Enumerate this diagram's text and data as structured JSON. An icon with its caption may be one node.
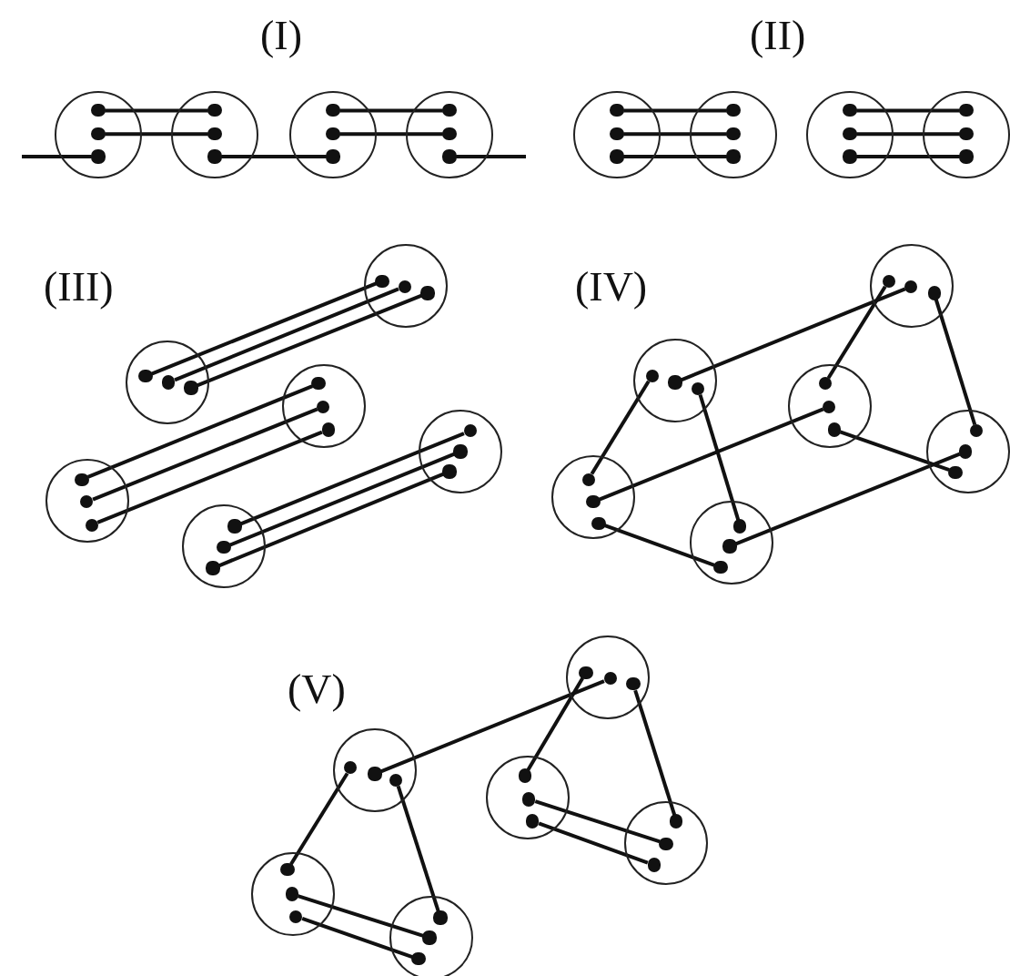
{
  "diagram": {
    "nodes": [
      {
        "text": [],
        "shape": "circle"
      },
      {
        "text": [],
        "shape": "dot",
        "in": 0
      },
      {
        "text": [],
        "shape": "dot",
        "in": 0
      },
      {
        "text": [],
        "shape": "dot",
        "in": 0
      },
      {
        "text": [],
        "shape": "circle"
      },
      {
        "text": [],
        "shape": "dot",
        "in": 4
      },
      {
        "text": [],
        "shape": "dot",
        "in": 4
      },
      {
        "text": [],
        "shape": "dot",
        "in": 4
      },
      {
        "text": [],
        "shape": "circle"
      },
      {
        "text": [],
        "shape": "dot",
        "in": 8
      },
      {
        "text": [],
        "shape": "dot",
        "in": 8
      },
      {
        "text": [],
        "shape": "dot",
        "in": 8
      },
      {
        "text": [],
        "shape": "circle"
      },
      {
        "text": [],
        "shape": "dot",
        "in": 12
      },
      {
        "text": [],
        "shape": "dot",
        "in": 12
      },
      {
        "text": [],
        "shape": "dot",
        "in": 12
      },
      {
        "text": [],
        "shape": "circle"
      },
      {
        "text": [],
        "shape": "dot",
        "in": 16
      },
      {
        "text": [],
        "shape": "dot",
        "in": 16
      },
      {
        "text": [],
        "shape": "dot",
        "in": 16
      },
      {
        "text": [],
        "shape": "circle"
      },
      {
        "text": [],
        "shape": "dot",
        "in": 20
      },
      {
        "text": [],
        "shape": "dot",
        "in": 20
      },
      {
        "text": [],
        "shape": "dot",
        "in": 20
      },
      {
        "text": [],
        "shape": "circle"
      },
      {
        "text": [],
        "shape": "dot",
        "in": 24
      },
      {
        "text": [],
        "shape": "dot",
        "in": 24
      },
      {
        "text": [],
        "shape": "dot",
        "in": 24
      },
      {
        "text": [],
        "shape": "circle"
      },
      {
        "text": [],
        "shape": "dot",
        "in": 28
      },
      {
        "text": [],
        "shape": "dot",
        "in": 28
      },
      {
        "text": [],
        "shape": "dot",
        "in": 28
      },
      {
        "text": [],
        "shape": "circle"
      },
      {
        "text": [],
        "shape": "dot",
        "in": 32
      },
      {
        "text": [],
        "shape": "dot",
        "in": 32
      },
      {
        "text": [],
        "shape": "dot",
        "in": 32
      },
      {
        "text": [],
        "shape": "circle"
      },
      {
        "text": [],
        "shape": "dot",
        "in": 36
      },
      {
        "text": [],
        "shape": "dot",
        "in": 36
      },
      {
        "text": [],
        "shape": "dot",
        "in": 36
      },
      {
        "text": [],
        "shape": "circle"
      },
      {
        "text": [],
        "shape": "dot",
        "in": 40
      },
      {
        "text": [],
        "shape": "dot",
        "in": 40
      },
      {
        "text": [],
        "shape": "dot",
        "in": 40
      },
      {
        "text": [],
        "shape": "circle"
      },
      {
        "text": [],
        "shape": "dot",
        "in": 44
      },
      {
        "text": [],
        "shape": "dot",
        "in": 44
      },
      {
        "text": [],
        "shape": "dot",
        "in": 44
      },
      {
        "text": [],
        "shape": "circle"
      },
      {
        "text": [],
        "shape": "dot",
        "in": 48
      },
      {
        "text": [],
        "shape": "dot",
        "in": 48
      },
      {
        "text": [],
        "shape": "dot",
        "in": 48
      },
      {
        "text": [],
        "shape": "circle"
      },
      {
        "text": [],
        "shape": "dot",
        "in": 52
      },
      {
        "text": [],
        "shape": "dot",
        "in": 52
      },
      {
        "text": [],
        "shape": "dot",
        "in": 52
      },
      {
        "text": [],
        "shape": "circle"
      },
      {
        "text": [],
        "shape": "dot",
        "in": 56
      },
      {
        "text": [],
        "shape": "dot",
        "in": 56
      },
      {
        "text": [],
        "shape": "dot",
        "in": 56
      },
      {
        "text": [],
        "shape": "circle"
      },
      {
        "text": [],
        "shape": "dot",
        "in": 60
      },
      {
        "text": [],
        "shape": "dot",
        "in": 60
      },
      {
        "text": [],
        "shape": "dot",
        "in": 60
      },
      {
        "text": [],
        "shape": "circle"
      },
      {
        "text": [],
        "shape": "dot",
        "in": 64
      },
      {
        "text": [],
        "shape": "dot",
        "in": 64
      },
      {
        "text": [],
        "shape": "dot",
        "in": 64
      },
      {
        "text": [],
        "shape": "circle"
      },
      {
        "text": [],
        "shape": "dot",
        "in": 68
      },
      {
        "text": [],
        "shape": "dot",
        "in": 68
      },
      {
        "text": [],
        "shape": "dot",
        "in": 68
      },
      {
        "text": [],
        "shape": "circle"
      },
      {
        "text": [],
        "shape": "dot",
        "in": 72
      },
      {
        "text": [],
        "shape": "dot",
        "in": 72
      },
      {
        "text": [],
        "shape": "dot",
        "in": 72
      },
      {
        "text": [],
        "shape": "circle"
      },
      {
        "text": [],
        "shape": "dot",
        "in": 76
      },
      {
        "text": [],
        "shape": "dot",
        "in": 76
      },
      {
        "text": [],
        "shape": "dot",
        "in": 76
      },
      {
        "text": [],
        "shape": "circle"
      },
      {
        "text": [],
        "shape": "dot",
        "in": 80
      },
      {
        "text": [],
        "shape": "dot",
        "in": 80
      },
      {
        "text": [],
        "shape": "dot",
        "in": 80
      },
      {
        "text": [],
        "shape": "circle"
      },
      {
        "text": [],
        "shape": "dot",
        "in": 84
      },
      {
        "text": [],
        "shape": "dot",
        "in": 84
      },
      {
        "text": [],
        "shape": "dot",
        "in": 84
      },
      {
        "text": [],
        "shape": "circle"
      },
      {
        "text": [],
        "shape": "dot",
        "in": 88
      },
      {
        "text": [],
        "shape": "dot",
        "in": 88
      },
      {
        "text": [],
        "shape": "dot",
        "in": 88
      },
      {
        "text": [],
        "shape": "circle"
      },
      {
        "text": [],
        "shape": "dot",
        "in": 92
      },
      {
        "text": [],
        "shape": "dot",
        "in": 92
      },
      {
        "text": [],
        "shape": "dot",
        "in": 92
      },
      {
        "text": [],
        "shape": "circle"
      },
      {
        "text": [],
        "shape": "dot",
        "in": 96
      },
      {
        "text": [],
        "shape": "dot",
        "in": 96
      },
      {
        "text": [],
        "shape": "dot",
        "in": 96
      },
      {
        "text": [],
        "shape": "circle"
      },
      {
        "text": [],
        "shape": "dot",
        "in": 100
      },
      {
        "text": [],
        "shape": "dot",
        "in": 100
      },
      {
        "text": [],
        "shape": "dot",
        "in": 100
      }
    ],
    "edges": [
      {
        "from": 1,
        "to": 5,
        "arrow": "none"
      },
      {
        "from": 2,
        "to": 6,
        "arrow": "none"
      },
      {
        "from": 9,
        "to": 13,
        "arrow": "none"
      },
      {
        "from": 10,
        "to": 14,
        "arrow": "none"
      },
      {
        "from": 7,
        "to": 11,
        "arrow": "none"
      },
      {
        "from": null,
        "to": 3,
        "arrow": "none"
      },
      {
        "from": 15,
        "to": null,
        "arrow": "none"
      },
      {
        "from": 17,
        "to": 21,
        "arrow": "none"
      },
      {
        "from": 18,
        "to": 22,
        "arrow": "none"
      },
      {
        "from": 19,
        "to": 23,
        "arrow": "none"
      },
      {
        "from": 25,
        "to": 29,
        "arrow": "none"
      },
      {
        "from": 26,
        "to": 30,
        "arrow": "none"
      },
      {
        "from": 27,
        "to": 31,
        "arrow": "none"
      },
      {
        "from": 33,
        "to": 37,
        "arrow": "none"
      },
      {
        "from": 34,
        "to": 38,
        "arrow": "none"
      },
      {
        "from": 35,
        "to": 39,
        "arrow": "none"
      },
      {
        "from": 41,
        "to": 49,
        "arrow": "none"
      },
      {
        "from": 42,
        "to": 50,
        "arrow": "none"
      },
      {
        "from": 43,
        "to": 51,
        "arrow": "none"
      },
      {
        "from": 53,
        "to": 45,
        "arrow": "none"
      },
      {
        "from": 54,
        "to": 46,
        "arrow": "none"
      },
      {
        "from": 55,
        "to": 47,
        "arrow": "none"
      },
      {
        "from": 57,
        "to": 65,
        "arrow": "none"
      },
      {
        "from": 58,
        "to": 62,
        "arrow": "none"
      },
      {
        "from": 59,
        "to": 69,
        "arrow": "none"
      },
      {
        "from": 61,
        "to": 73,
        "arrow": "none"
      },
      {
        "from": 63,
        "to": 77,
        "arrow": "none"
      },
      {
        "from": 66,
        "to": 74,
        "arrow": "none"
      },
      {
        "from": 67,
        "to": 71,
        "arrow": "none"
      },
      {
        "from": 78,
        "to": 70,
        "arrow": "none"
      },
      {
        "from": 75,
        "to": 79,
        "arrow": "none"
      },
      {
        "from": 81,
        "to": 89,
        "arrow": "none"
      },
      {
        "from": 82,
        "to": 86,
        "arrow": "none"
      },
      {
        "from": 83,
        "to": 93,
        "arrow": "none"
      },
      {
        "from": 90,
        "to": 94,
        "arrow": "none"
      },
      {
        "from": 91,
        "to": 95,
        "arrow": "none"
      },
      {
        "from": 85,
        "to": 97,
        "arrow": "none"
      },
      {
        "from": 87,
        "to": 101,
        "arrow": "none"
      },
      {
        "from": 98,
        "to": 102,
        "arrow": "none"
      },
      {
        "from": 99,
        "to": 103,
        "arrow": "none"
      }
    ],
    "labels": [
      "(I)",
      "(II)",
      "(III)",
      "(IV)",
      "(V)"
    ]
  }
}
